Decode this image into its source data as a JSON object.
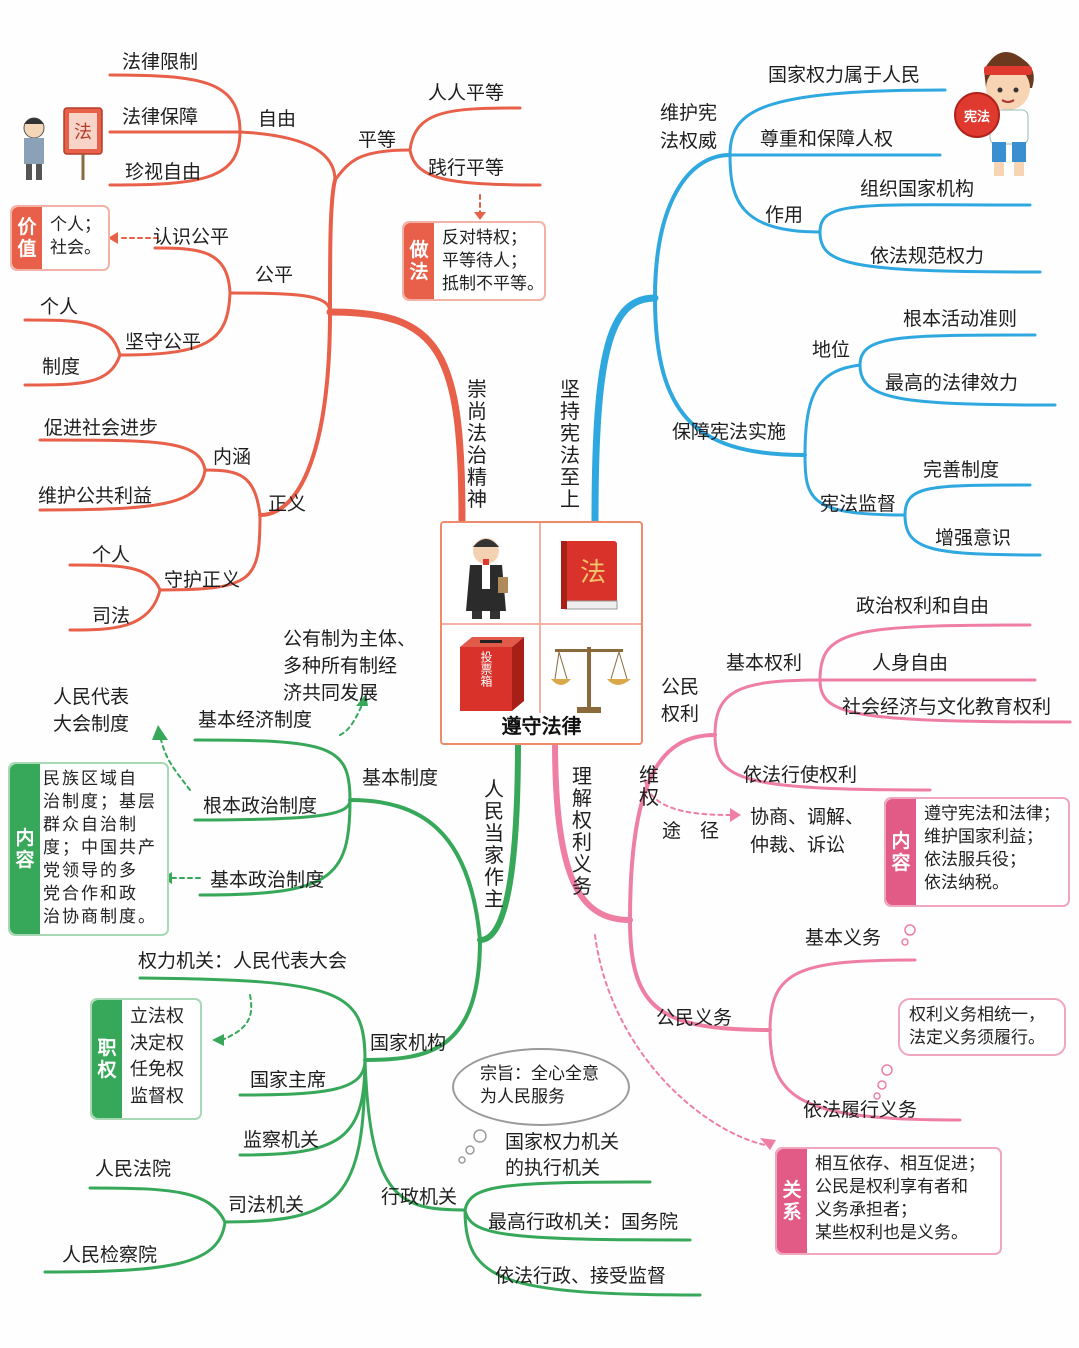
{
  "center": {
    "title": "遵守法律",
    "law_book_text": "法",
    "ballot_text": "投票箱"
  },
  "colors": {
    "red": "#e8604a",
    "blue": "#2fa8e0",
    "pink": "#e25a86",
    "green": "#37a85a"
  },
  "red": {
    "trunk": "崇尚法治精神",
    "freedom": {
      "label": "自由",
      "items": [
        "法律限制",
        "法律保障",
        "珍视自由"
      ],
      "sign_text": "法"
    },
    "equality": {
      "label": "平等",
      "items": [
        "人人平等",
        "践行平等"
      ],
      "box": {
        "tag": "做法",
        "lines": [
          "反对特权；",
          "平等待人；",
          "抵制不平等。"
        ]
      }
    },
    "fairness": {
      "label": "公平",
      "recognize": "认识公平",
      "uphold": "坚守公平",
      "uphold_items": [
        "个人",
        "制度"
      ],
      "box": {
        "tag": "价值",
        "lines": [
          "个人；",
          "社会。"
        ]
      }
    },
    "justice": {
      "label": "正义",
      "meaning": "内涵",
      "meaning_items": [
        "促进社会进步",
        "维护公共利益"
      ],
      "guard": "守护正义",
      "guard_items": [
        "个人",
        "司法"
      ]
    }
  },
  "blue": {
    "trunk": "坚持宪法至上",
    "authority": {
      "label_lines": [
        "维护宪",
        "法权威"
      ],
      "items": [
        "国家权力属于人民",
        "尊重和保障人权"
      ],
      "function": "作用",
      "function_items": [
        "组织国家机构",
        "依法规范权力"
      ],
      "badge": "宪法"
    },
    "implement": {
      "label": "保障宪法实施",
      "status": "地位",
      "status_items": [
        "根本活动准则",
        "最高的法律效力"
      ],
      "supervise": "宪法监督",
      "supervise_items": [
        "完善制度",
        "增强意识"
      ]
    }
  },
  "pink": {
    "trunk": "理解权利义务",
    "rights": {
      "label_lines": [
        "公民",
        "权利"
      ],
      "basic": "基本权利",
      "basic_items": [
        "政治权利和自由",
        "人身自由",
        "社会经济与文化教育权利"
      ],
      "exercise": "依法行使权利"
    },
    "defend": {
      "label1": "维权",
      "label2": "途　径",
      "methods": [
        "协商、调解、",
        "仲裁、诉讼"
      ],
      "box": {
        "tag": "内容",
        "lines": [
          "遵守宪法和法律；",
          "维护国家利益；",
          "依法服兵役；",
          "依法纳税。"
        ]
      }
    },
    "duties": {
      "label": "公民义务",
      "basic": "基本义务",
      "perform": "依法履行义务",
      "note": [
        "权利义务相统一，",
        "法定义务须履行。"
      ]
    },
    "relation": {
      "tag": "关系",
      "lines": [
        "相互依存、相互促进；",
        "公民是权利享有者和",
        "义务承担者；",
        "某些权利也是义务。"
      ]
    }
  },
  "green": {
    "trunk": "人民当家作主",
    "system": {
      "label": "基本制度",
      "economic": "基本经济制度",
      "economic_note": [
        "公有制为主体、",
        "多种所有制经",
        "济共同发展"
      ],
      "npc_note": [
        "人民代表",
        "大会制度"
      ],
      "fundamental_political": "根本政治制度",
      "basic_political": "基本政治制度",
      "box": {
        "tag": "内容",
        "lines": [
          "民族区域自",
          "治制度；基层",
          "群众自治制",
          "度；中国共产",
          "党领导的多",
          "党合作和政",
          "治协商制度。"
        ]
      }
    },
    "organs": {
      "label": "国家机构",
      "power_organ": "权力机关：人民代表大会",
      "box": {
        "tag": "职权",
        "lines": [
          "立法权",
          "决定权",
          "任免权",
          "监督权"
        ]
      },
      "president": "国家主席",
      "supervisory": "监察机关",
      "judicial": "司法机关",
      "judicial_items": [
        "人民法院",
        "人民检察院"
      ],
      "admin": "行政机关",
      "admin_executive": [
        "国家权力机关",
        "的执行机关"
      ],
      "admin_items": [
        "最高行政机关：国务院",
        "依法行政、接受监督"
      ],
      "cloud": [
        "宗旨：全心全意",
        "为人民服务"
      ]
    }
  }
}
